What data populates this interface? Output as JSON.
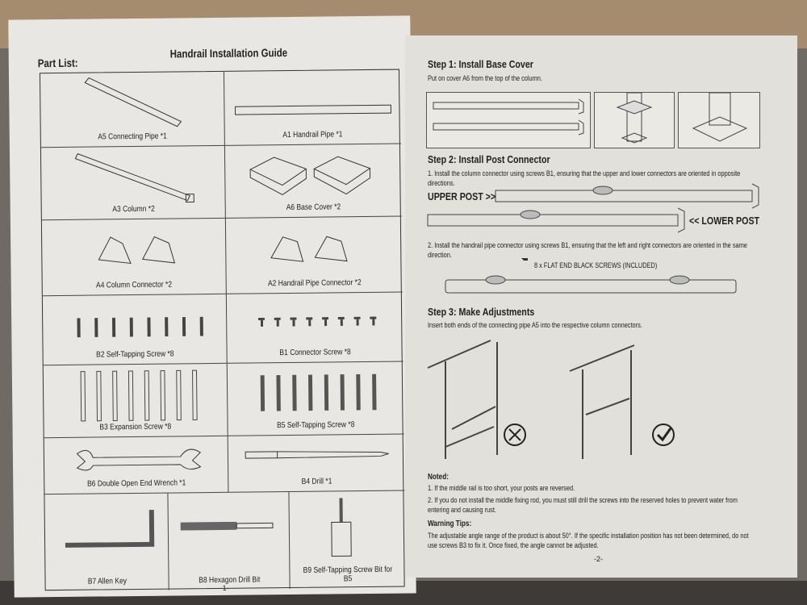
{
  "left_page": {
    "title": "Handrail Installation Guide",
    "part_list_label": "Part List:",
    "parts": [
      "A5 Connecting Pipe *1",
      "A1 Handrail Pipe *1",
      "A3 Column *2",
      "A6 Base Cover *2",
      "A4 Column Connector *2",
      "A2 Handrail Pipe Connector *2",
      "B2 Self-Tapping Screw *8",
      "B1 Connector Screw *8",
      "B3 Expansion Screw *8",
      "B5 Self-Tapping Screw *8",
      "B6 Double Open End Wrench *1",
      "B4 Drill *1",
      "B7 Allen Key",
      "B8 Hexagon Drill Bit",
      "B9 Self-Tapping Screw Bit for B5"
    ],
    "page_number": "-1-"
  },
  "right_page": {
    "step1": {
      "heading": "Step 1: Install Base Cover",
      "text": "Put on cover A6 from the top of the column."
    },
    "step2": {
      "heading": "Step 2: Install Post Connector",
      "text1": "1. Install the column connector using screws B1, ensuring that the upper and lower connectors are oriented in opposite directions.",
      "upper_label": "UPPER POST >>",
      "lower_label": "<< LOWER POST",
      "text2": "2. Install the handrail pipe connector using screws B1, ensuring that the left and right connectors are oriented in the same direction.",
      "screw_label": "8 x FLAT END BLACK SCREWS (INCLUDED)"
    },
    "step3": {
      "heading": "Step 3: Make Adjustments",
      "text": "Insert both ends of the connecting pipe A5 into the respective column connectors."
    },
    "noted": {
      "heading": "Noted:",
      "items": [
        "1. If the middle rail is too short, your posts are reversed.",
        "2. If you do not install the middle fixing rod, you must still drill the screws into the reserved holes to prevent water from entering and causing rust."
      ]
    },
    "warning": {
      "heading": "Warning Tips:",
      "text": "The adjustable angle range of the product is about 50°. If the specific installation position has not been determined, do not use screws B3 to fix it. Once fixed, the angle cannot be adjusted."
    },
    "page_number": "-2-"
  }
}
